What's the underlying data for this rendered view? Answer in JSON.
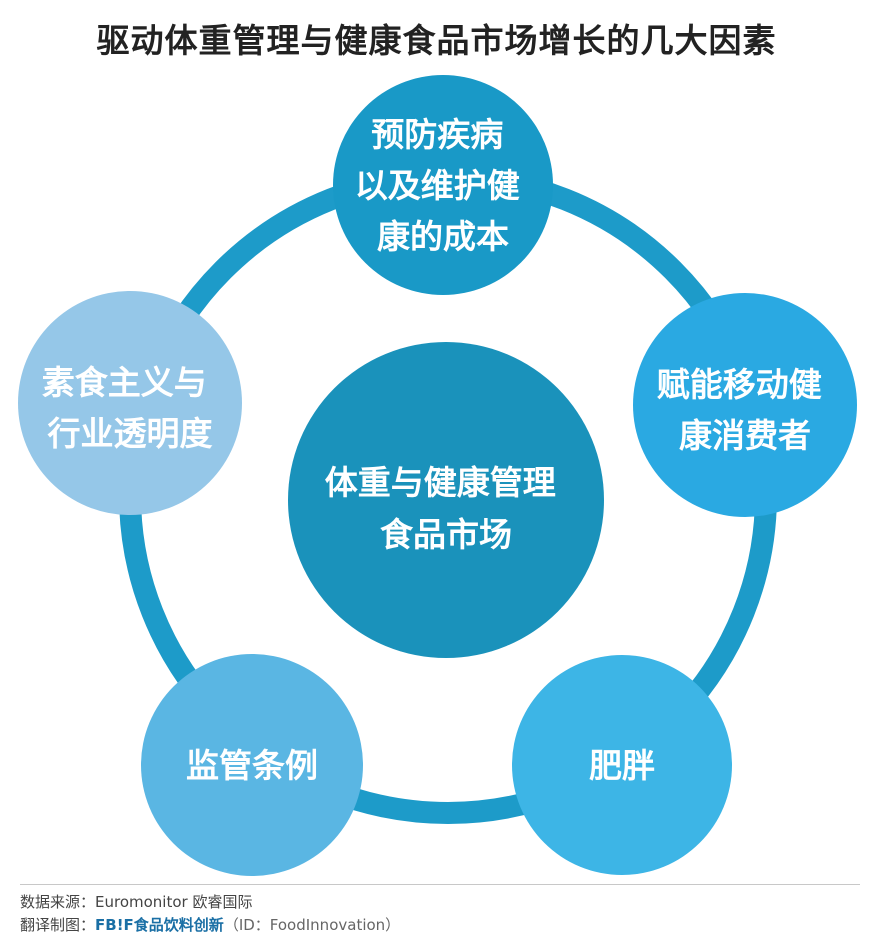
{
  "title": "驱动体重管理与健康食品市场增长的几大因素",
  "colors": {
    "ring": "#1d9bc9",
    "center": "#1a92bb",
    "top": "#1999c7",
    "right": "#2aa9e2",
    "bottom_right": "#3db5e6",
    "bottom_left": "#5ab6e3",
    "left": "#95c7e8"
  },
  "center": {
    "lines": [
      "体重与健康管理",
      "食品市场"
    ]
  },
  "factors": [
    {
      "id": "top",
      "lines": [
        "预防疾病",
        "以及维护健",
        "康的成本"
      ]
    },
    {
      "id": "right",
      "lines": [
        "赋能移动健",
        "康消费者"
      ]
    },
    {
      "id": "bottom_right",
      "lines": [
        "肥胖"
      ]
    },
    {
      "id": "bottom_left",
      "lines": [
        "监管条例"
      ]
    },
    {
      "id": "left",
      "lines": [
        "素食主义与",
        "行业透明度"
      ]
    }
  ],
  "footer": {
    "source_label": "数据来源：",
    "source_value": "Euromonitor 欧睿国际",
    "translate_label": "翻译制图：",
    "brand_latin": "FB!F",
    "brand_cn": "食品饮料创新",
    "brand_id": "（ID：FoodInnovation）"
  }
}
